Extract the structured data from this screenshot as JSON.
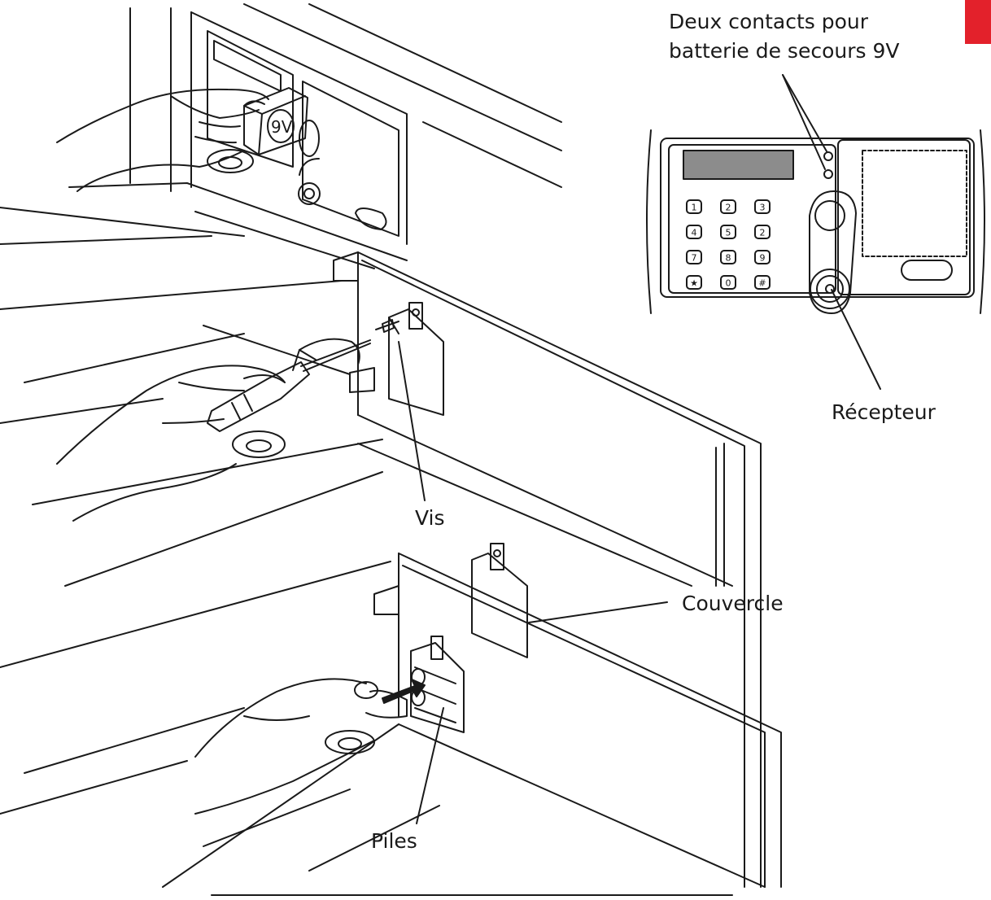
{
  "labels": {
    "backup_contacts_line1": "Deux contacts pour",
    "backup_contacts_line2": "batterie de secours 9V",
    "receiver": "Récepteur",
    "screw": "Vis",
    "cover": "Couvercle",
    "batteries": "Piles"
  },
  "keypad_keys": [
    "1",
    "2",
    "3",
    "4",
    "5",
    "2",
    "7",
    "8",
    "9",
    "★",
    "0",
    "#"
  ],
  "battery_text": "9V",
  "colors": {
    "line": "#1a1a1a",
    "corner_tab": "#e3212b",
    "display_fill": "#8c8c8c"
  },
  "icons": [
    "hand-icon",
    "battery-9v-icon",
    "screwdriver-icon",
    "rotate-arrow-icon",
    "insert-arrow-icon",
    "keypad-panel-icon"
  ]
}
